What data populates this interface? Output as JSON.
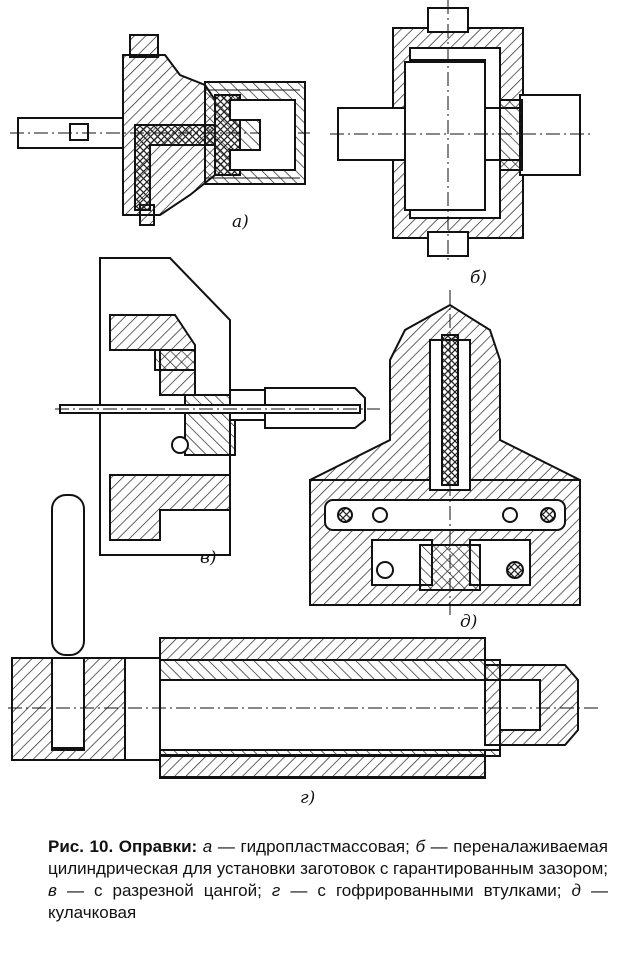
{
  "figures": {
    "a": {
      "label": "а)"
    },
    "b": {
      "label": "б)"
    },
    "v": {
      "label": "в)"
    },
    "d": {
      "label": "д)"
    },
    "g": {
      "label": "г)"
    }
  },
  "caption": {
    "fig_number": "Рис. 10.",
    "title": "Оправки:",
    "items": [
      {
        "letter": "а",
        "text": "— гидропластмассовая;"
      },
      {
        "letter": "б",
        "text": "— переналаживаемая цилиндрическая для установки заготовок с гарантированным зазором;"
      },
      {
        "letter": "в",
        "text": "— с разрезной цангой;"
      },
      {
        "letter": "г",
        "text": "— с гофрированными втулками;"
      },
      {
        "letter": "д",
        "text": "— кулачковая"
      }
    ]
  }
}
